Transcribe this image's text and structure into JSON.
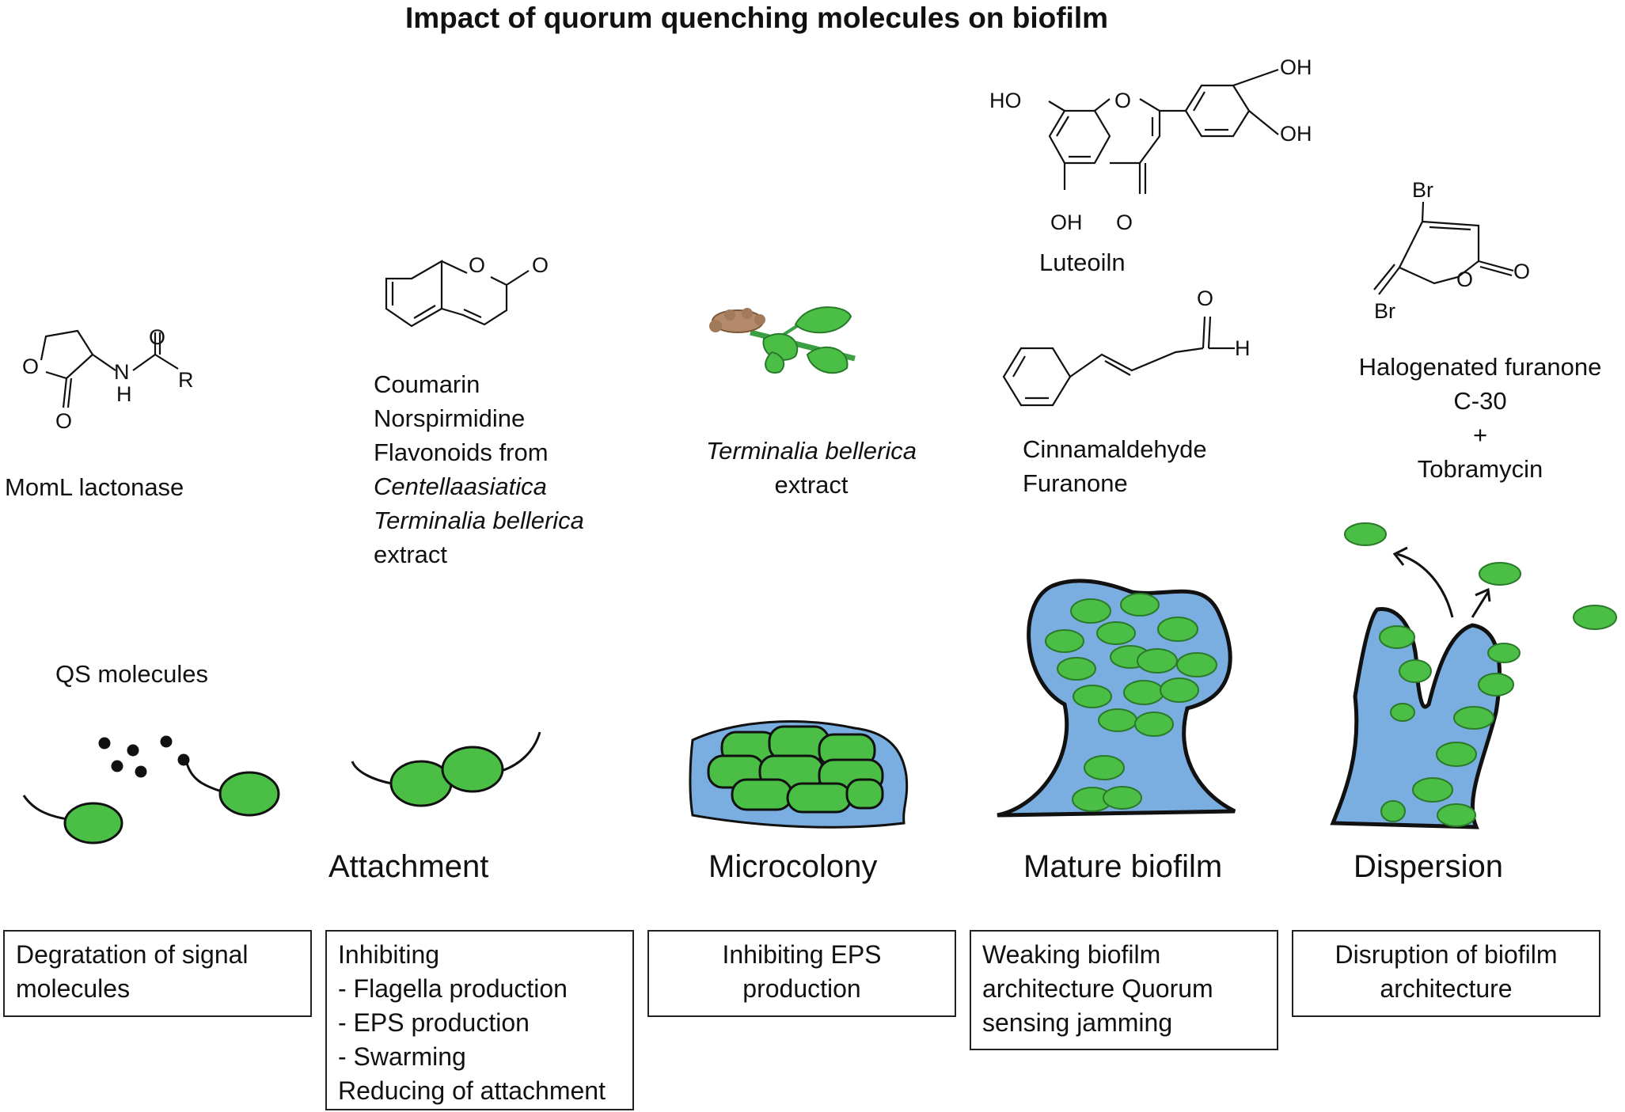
{
  "title": "Impact of quorum quenching molecules on biofilm",
  "columns": [
    {
      "id": "qs",
      "molecule_label": "MomL lactonase",
      "stage_label": "QS molecules",
      "effect_lines": [
        "Degratation of signal",
        "molecules"
      ]
    },
    {
      "id": "attachment",
      "molecule_lines": [
        "Coumarin",
        "Norspirmidine",
        "Flavonoids from",
        "Centellaasiatica",
        "Terminalia bellerica",
        "extract"
      ],
      "stage_label": "Attachment",
      "effect_lines": [
        "Inhibiting",
        "- Flagella production",
        "- EPS production",
        "- Swarming",
        "Reducing of attachment"
      ]
    },
    {
      "id": "microcolony",
      "molecule_lines": [
        "Terminalia bellerica",
        "extract"
      ],
      "stage_label": "Microcolony",
      "effect_lines": [
        "Inhibiting EPS",
        "production"
      ]
    },
    {
      "id": "mature",
      "molecule_top": "Luteoiln",
      "molecule_lines": [
        "Cinnamaldehyde",
        "Furanone"
      ],
      "stage_label": "Mature biofilm",
      "effect_lines": [
        "Weaking biofilm",
        "architecture Quorum",
        "sensing jamming"
      ]
    },
    {
      "id": "dispersion",
      "molecule_lines": [
        "Halogenated furanone",
        "C-30",
        "+",
        "Tobramycin"
      ],
      "stage_label": "Dispersion",
      "effect_lines": [
        "Disruption of biofilm",
        "architecture"
      ]
    }
  ],
  "chem_atoms": {
    "lactone_O1": "O",
    "lactone_O2": "O",
    "lactone_O3": "O",
    "lactone_N": "N",
    "lactone_H": "H",
    "lactone_R": "R",
    "coumarin_O1": "O",
    "coumarin_O2": "O",
    "luteolin_HO": "HO",
    "luteolin_O": "O",
    "luteolin_OH1": "OH",
    "luteolin_OH2": "OH",
    "luteolin_OH3": "OH",
    "luteolin_O2": "O",
    "cinn_O": "O",
    "cinn_H": "H",
    "furanone_Br1": "Br",
    "furanone_Br2": "Br",
    "furanone_O1": "O",
    "furanone_O2": "O"
  },
  "colors": {
    "cell_green": "#4bbf45",
    "matrix_blue": "#7aaee0",
    "outline": "#111111",
    "seed_brown": "#a07a5a"
  }
}
